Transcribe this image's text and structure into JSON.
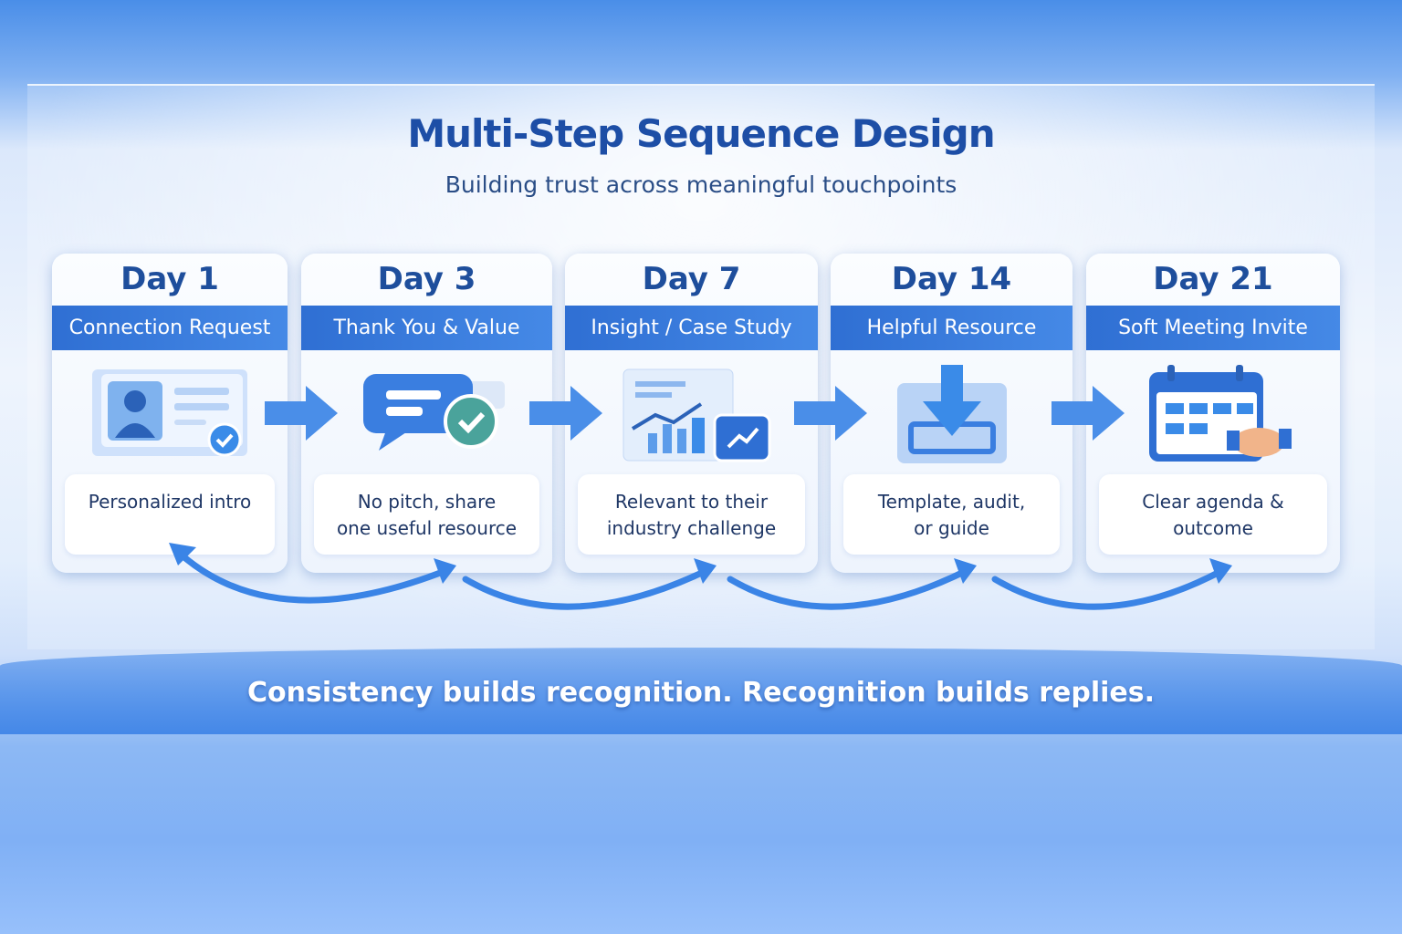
{
  "header": {
    "title": "Multi-Step Sequence Design",
    "subtitle": "Building trust across meaningful touchpoints"
  },
  "steps": [
    {
      "day": "Day 1",
      "label": "Connection Request",
      "desc": [
        "Personalized intro",
        ""
      ],
      "icon": "profile-card-icon"
    },
    {
      "day": "Day 3",
      "label": "Thank You & Value",
      "desc": [
        "No pitch, share",
        "one useful resource"
      ],
      "icon": "chat-check-icon"
    },
    {
      "day": "Day 7",
      "label": "Insight / Case Study",
      "desc": [
        "Relevant to their",
        "industry challenge"
      ],
      "icon": "chart-report-icon"
    },
    {
      "day": "Day 14",
      "label": "Helpful Resource",
      "desc": [
        "Template, audit,",
        "or guide"
      ],
      "icon": "download-icon"
    },
    {
      "day": "Day 21",
      "label": "Soft Meeting Invite",
      "desc": [
        "Clear agenda &",
        "outcome"
      ],
      "icon": "calendar-handshake-icon"
    }
  ],
  "footer": {
    "text": "Consistency builds recognition. Recognition builds replies."
  },
  "colors": {
    "primary": "#2f6fd3",
    "title": "#1d4ea6"
  }
}
